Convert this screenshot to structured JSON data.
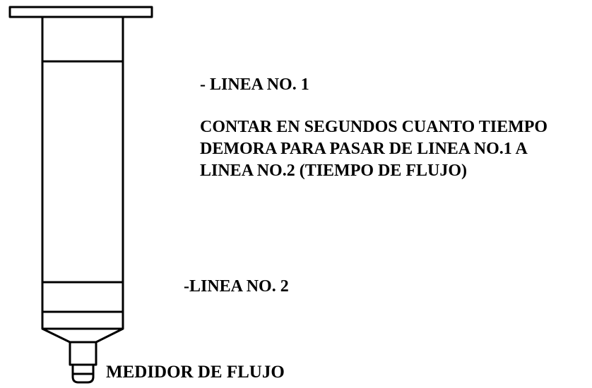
{
  "labels": {
    "line1": "- LINEA NO. 1",
    "instructions": [
      "CONTAR EN SEGUNDOS CUANTO TIEMPO",
      "DEMORA PARA PASAR DE LINEA NO.1 A",
      "LINEA NO.2 (TIEMPO DE FLUJO)"
    ],
    "line2": "-LINEA NO. 2",
    "meter": "MEDIDOR DE FLUJO"
  },
  "colors": {
    "ink": "#000000",
    "background": "#ffffff"
  }
}
